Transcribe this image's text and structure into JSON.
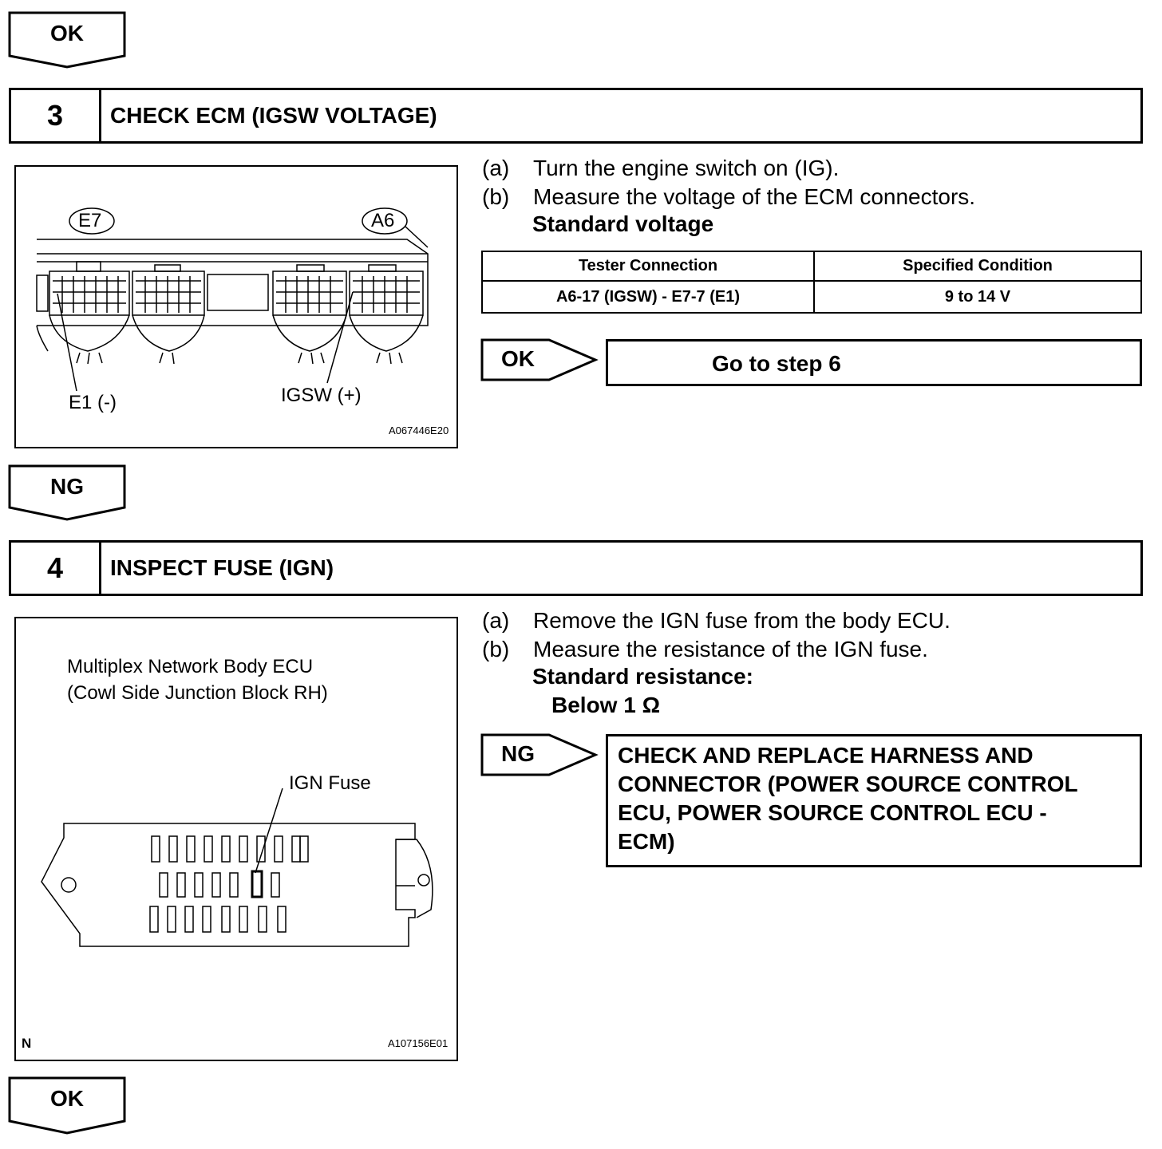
{
  "flow_top": {
    "label": "OK"
  },
  "step3": {
    "number": "3",
    "title": "CHECK ECM (IGSW VOLTAGE)",
    "figure": {
      "connector_left": "E7",
      "connector_right": "A6",
      "probe_neg": "E1 (-)",
      "probe_pos": "IGSW (+)",
      "code": "A067446E20"
    },
    "instructions": [
      {
        "letter": "(a)",
        "text": "Turn the engine switch on (IG)."
      },
      {
        "letter": "(b)",
        "text": "Measure the voltage of the ECM connectors."
      }
    ],
    "spec_title": "Standard voltage",
    "table": {
      "headers": [
        "Tester Connection",
        "Specified Condition"
      ],
      "rows": [
        [
          "A6-17 (IGSW) - E7-7 (E1)",
          "9 to 14 V"
        ]
      ]
    },
    "branch": {
      "label": "OK",
      "result": "Go to step 6"
    }
  },
  "flow_mid": {
    "label": "NG"
  },
  "step4": {
    "number": "4",
    "title": "INSPECT FUSE (IGN)",
    "figure": {
      "title_line1": "Multiplex Network Body ECU",
      "title_line2": "(Cowl Side Junction Block RH)",
      "fuse_label": "IGN Fuse",
      "corner_mark": "N",
      "code": "A107156E01"
    },
    "instructions": [
      {
        "letter": "(a)",
        "text": "Remove the IGN fuse from the body ECU."
      },
      {
        "letter": "(b)",
        "text": "Measure the resistance of the IGN fuse."
      }
    ],
    "spec_title": "Standard resistance:",
    "spec_value": "Below 1 Ω",
    "branch": {
      "label": "NG",
      "result_lines": [
        "CHECK AND REPLACE HARNESS AND",
        "CONNECTOR (POWER SOURCE CONTROL",
        "ECU, POWER SOURCE CONTROL ECU -",
        "ECM)"
      ]
    }
  },
  "flow_bottom": {
    "label": "OK"
  }
}
